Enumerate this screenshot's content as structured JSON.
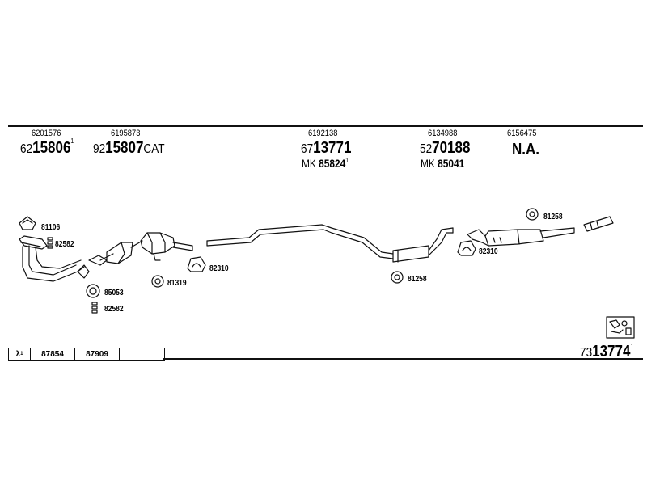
{
  "columns": [
    {
      "original": "6201576",
      "prefix": "62",
      "main": "15806",
      "sup": "1",
      "suffix": ""
    },
    {
      "original": "6195873",
      "prefix": "92",
      "main": "15807",
      "sup": "",
      "suffix": "CAT"
    },
    {
      "original": "6192138",
      "prefix": "67",
      "main": "13771",
      "sup": "",
      "suffix": "",
      "mk_prefix": "MK",
      "mk_number": "85824",
      "mk_sup": "1"
    },
    {
      "original": "6134988",
      "prefix": "52",
      "main": "70188",
      "sup": "",
      "suffix": "",
      "mk_prefix": "MK",
      "mk_number": "85041",
      "mk_sup": ""
    },
    {
      "original": "6156475",
      "na": "N.A."
    }
  ],
  "parts": {
    "p81106": "81106",
    "p82582a": "82582",
    "p85053": "85053",
    "p82582b": "82582",
    "p81319": "81319",
    "p82310a": "82310",
    "p81258a": "81258",
    "p82310b": "82310",
    "p81258b": "81258"
  },
  "footer": {
    "lambda": "λ",
    "lambda_sup": "1",
    "cell1": "87854",
    "cell2": "87909",
    "cell3": "",
    "kit_prefix": "73",
    "kit_main": "13774",
    "kit_sup": "1"
  }
}
